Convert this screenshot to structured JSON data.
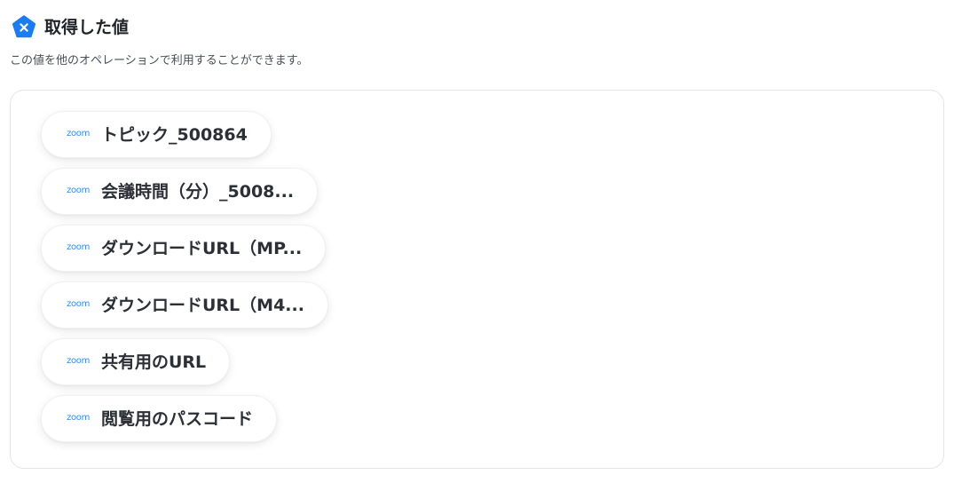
{
  "header": {
    "title": "取得した値",
    "icon": "yoom-x-icon",
    "icon_color": "#1a7cf3"
  },
  "subtitle": "この値を他のオペレーションで利用することができます。",
  "fields": [
    {
      "source": "zoom",
      "label": "トピック_500864"
    },
    {
      "source": "zoom",
      "label": "会議時間（分）_5008..."
    },
    {
      "source": "zoom",
      "label": "ダウンロードURL（MP..."
    },
    {
      "source": "zoom",
      "label": "ダウンロードURL（M4..."
    },
    {
      "source": "zoom",
      "label": "共有用のURL"
    },
    {
      "source": "zoom",
      "label": "閲覧用のパスコード"
    }
  ],
  "colors": {
    "zoom_logo": "#2d8cff",
    "panel_border": "#e3e5e8"
  }
}
